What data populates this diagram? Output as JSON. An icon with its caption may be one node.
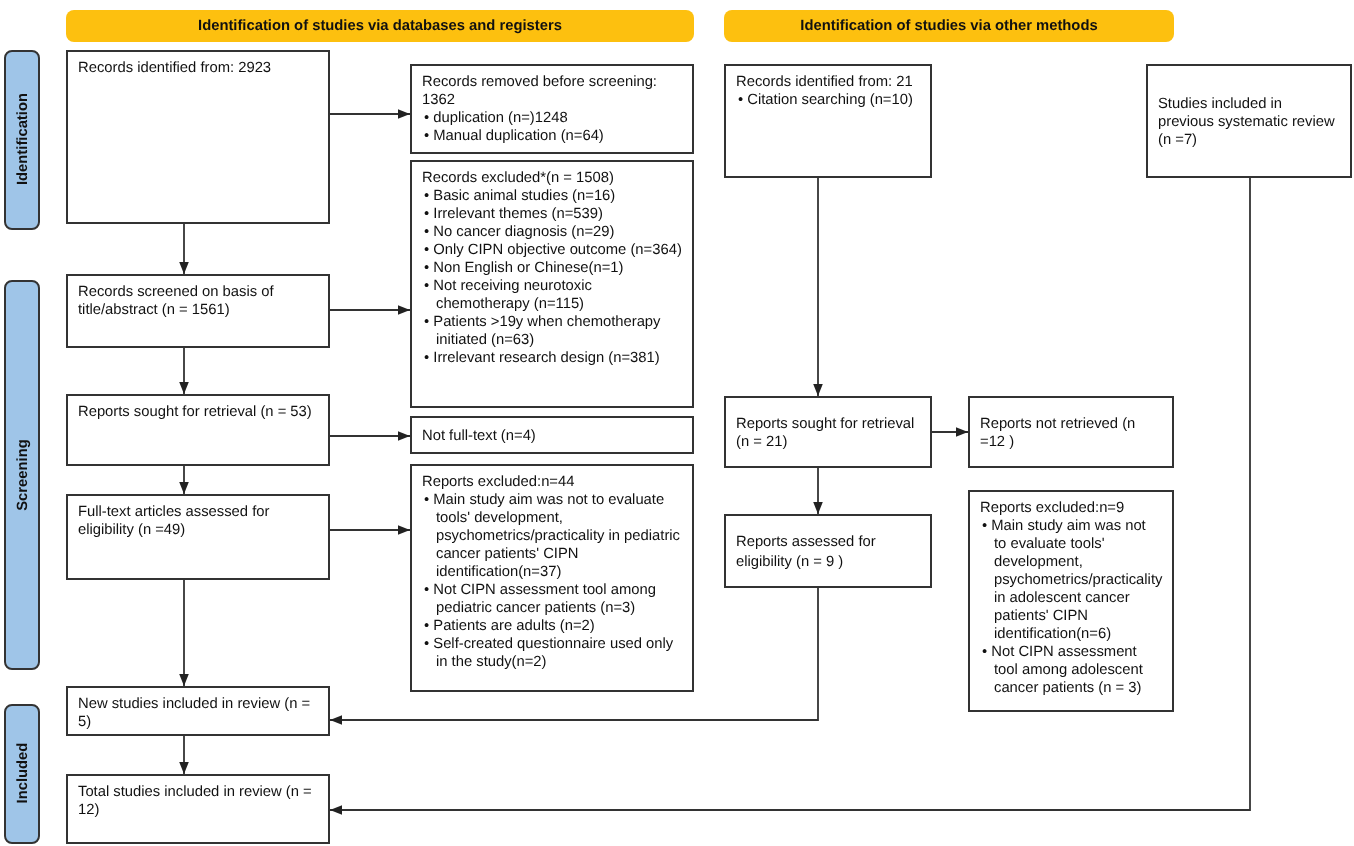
{
  "diagram": {
    "nodes": [
      {
        "text": [
          "Identification of studies via databases and registers"
        ]
      },
      {
        "text": [
          "Identification of studies via other methods"
        ]
      },
      {
        "text": [
          "Identification"
        ]
      },
      {
        "text": [
          "Screening"
        ]
      },
      {
        "text": [
          "Included"
        ]
      },
      {
        "text": [
          "Records identified from: 2923"
        ]
      },
      {
        "text": [
          "Records removed before screening: 1362",
          "• duplication (n=)1248",
          "• Manual duplication (n=64)"
        ]
      },
      {
        "text": [
          "Records excluded*(n = 1508)",
          "• Basic animal studies (n=16)",
          "• Irrelevant themes (n=539)",
          "• No cancer diagnosis (n=29)",
          "• Only CIPN objective outcome (n=364)",
          "• Non English or Chinese(n=1)",
          "• Not receiving neurotoxic chemotherapy (n=115)",
          "• Patients >19y when chemotherapy initiated (n=63)",
          "• Irrelevant research design (n=381)"
        ]
      },
      {
        "text": [
          "Records screened on basis of title/abstract (n = 1561)"
        ]
      },
      {
        "text": [
          "Not full-text (n=4)"
        ]
      },
      {
        "text": [
          "Reports sought for retrieval (n = 53)"
        ]
      },
      {
        "text": [
          "Reports excluded:n=44",
          "• Main study aim was not to evaluate tools' development, psychometrics/practicality in pediatric cancer patients' CIPN identification(n=37)",
          "• Not CIPN assessment tool among pediatric cancer patients (n=3)",
          "• Patients are adults (n=2)",
          "• Self-created questionnaire used only in the study(n=2)"
        ]
      },
      {
        "text": [
          "Full-text articles assessed for eligibility (n =49)"
        ]
      },
      {
        "text": [
          "New studies included in review (n = 5)"
        ]
      },
      {
        "text": [
          "Total studies included in review (n = 12)"
        ]
      },
      {
        "text": [
          "Records identified from: 21",
          "• Citation searching (n=10)"
        ]
      },
      {
        "text": [
          "Studies included in previous systematic review (n =7)"
        ]
      },
      {
        "text": [
          "Reports sought for retrieval (n = 21)"
        ]
      },
      {
        "text": [
          "Reports not retrieved (n =12 )"
        ]
      },
      {
        "text": [
          "Reports assessed for eligibility (n = 9 )"
        ]
      },
      {
        "text": [
          "Reports excluded:n=9",
          "• Main study aim was not to evaluate tools' development, psychometrics/practicality in adolescent cancer patients' CIPN identification(n=6)",
          "• Not CIPN assessment tool among adolescent cancer patients (n = 3)"
        ]
      }
    ],
    "edges": [
      {
        "from": 5,
        "to": 6,
        "arrow": "to"
      },
      {
        "from": 5,
        "to": 8,
        "arrow": "to"
      },
      {
        "from": 8,
        "to": 7,
        "arrow": "to"
      },
      {
        "from": 8,
        "to": 10,
        "arrow": "to"
      },
      {
        "from": 10,
        "to": 9,
        "arrow": "to"
      },
      {
        "from": 10,
        "to": 12,
        "arrow": "to"
      },
      {
        "from": 12,
        "to": 11,
        "arrow": "to"
      },
      {
        "from": 12,
        "to": 13,
        "arrow": "to"
      },
      {
        "from": 13,
        "to": 14,
        "arrow": "to"
      },
      {
        "from": 15,
        "to": 17,
        "arrow": "to"
      },
      {
        "from": 17,
        "to": 18,
        "arrow": "to"
      },
      {
        "from": 17,
        "to": 19,
        "arrow": "to"
      },
      {
        "from": 19,
        "to": 13,
        "arrow": "to"
      },
      {
        "from": 16,
        "to": 14,
        "arrow": "to"
      }
    ]
  }
}
